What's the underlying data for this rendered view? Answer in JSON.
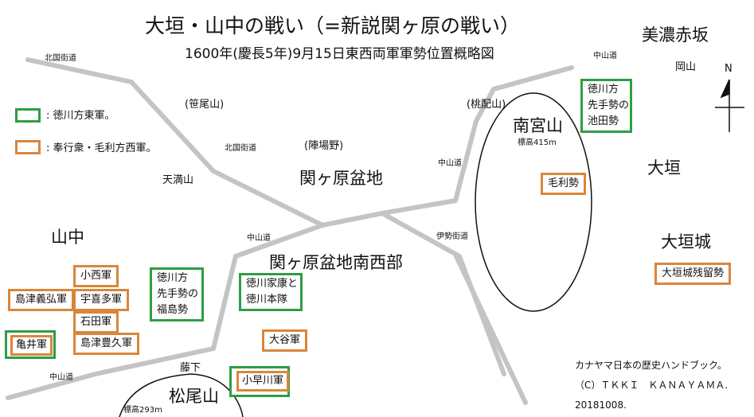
{
  "title": "大垣・山中の戦い（=新説関ヶ原の戦い）",
  "subtitle": "1600年(慶長5年)9月15日東西両軍軍勢位置概略図",
  "legend": {
    "east": ": 徳川方東軍。",
    "west": ": 奉行衆・毛利方西軍。",
    "east_color": "#2e9e44",
    "west_color": "#d9863c"
  },
  "places": {
    "mino_akasaka": "美濃赤坂",
    "okayama": "岡山",
    "north": "N",
    "nangusan": "南宮山",
    "nangusan_height": "標高415m",
    "ogaki": "大垣",
    "ogaki_castle": "大垣城",
    "sekigahara": "関ヶ原盆地",
    "sekigahara_sw": "関ヶ原盆地南西部",
    "yamanaka": "山中",
    "tenmanyama": "天満山",
    "sasaoyama": "(笹尾山)",
    "jinbano": "(陣場野)",
    "momokubariyama": "(桃配山)",
    "matsuoyama": "松尾山",
    "matsuoyama_height": "標高293m",
    "fujishita": "藤下"
  },
  "roads": {
    "hokkoku_1": "北国街道",
    "hokkoku_2": "北国街道",
    "nakasendo_ne": "中山道",
    "nakasendo_mid": "中山道",
    "nakasendo_w": "中山道",
    "nakasendo_sw": "中山道",
    "ise": "伊勢街道"
  },
  "east_units": {
    "ikeda": [
      "徳川方",
      "先手勢の",
      "池田勢"
    ],
    "fukushima": [
      "徳川方",
      "先手勢の",
      "福島勢"
    ],
    "ieyasu": [
      "徳川家康と",
      "徳川本隊"
    ]
  },
  "west_units": {
    "mori": "毛利勢",
    "ogaki_garrison": "大垣城残留勢",
    "konishi": "小西軍",
    "ukita": "宇喜多軍",
    "ishida": "石田軍",
    "shimazu_toyohisa": "島津豊久軍",
    "shimazu_yoshihiro": "島津義弘軍",
    "kamei": "亀井軍",
    "otani": "大谷軍",
    "kobayakawa": "小早川軍"
  },
  "credits": {
    "line1": "カナヤマ日本の歴史ハンドブック。",
    "line2": "（C）ＴＫＫＩ　ＫＡＮＡＹＡＭＡ.",
    "line3": "20181008."
  }
}
